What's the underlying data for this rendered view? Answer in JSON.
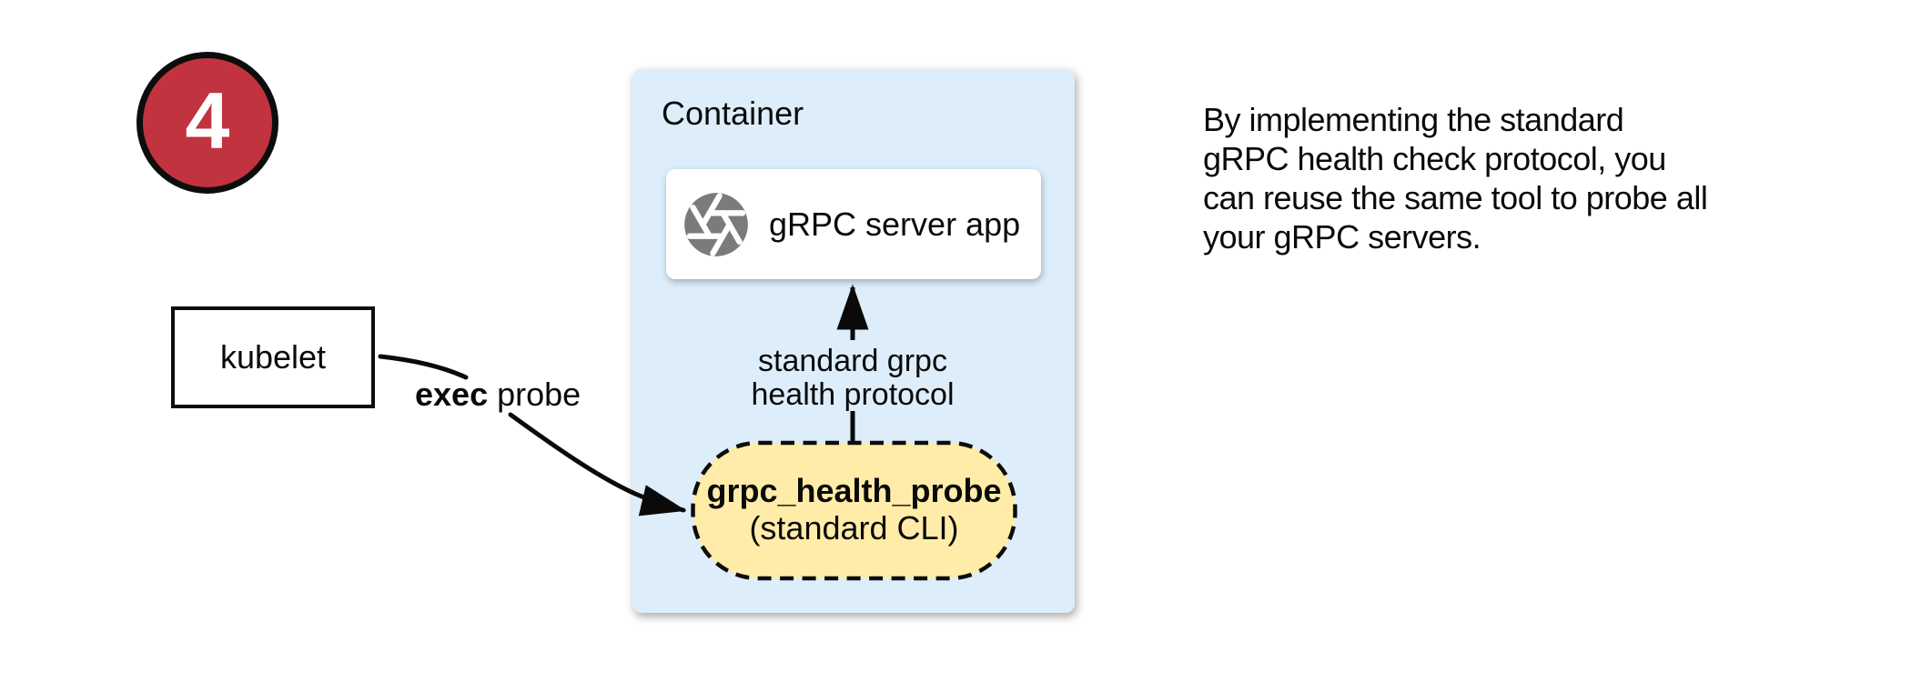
{
  "badge": {
    "number": "4"
  },
  "kubelet": {
    "label": "kubelet"
  },
  "container": {
    "title": "Container"
  },
  "server_app": {
    "label": "gRPC server app",
    "icon": "aperture-icon"
  },
  "health_probe": {
    "name": "grpc_health_probe",
    "subtitle": "(standard CLI)"
  },
  "edges": {
    "exec_probe": {
      "bold": "exec",
      "rest": " probe"
    },
    "health_protocol": {
      "line1": "standard grpc",
      "line2": "health protocol"
    }
  },
  "note": {
    "lines": [
      "By implementing the standard",
      "gRPC health check protocol, you",
      "can reuse the same tool to probe all",
      "your gRPC servers."
    ]
  },
  "colors": {
    "badge_red": "#c1333f",
    "container_blue": "#ddeefa",
    "probe_yellow": "#ffeca8",
    "icon_gray": "#7b7b7b"
  }
}
